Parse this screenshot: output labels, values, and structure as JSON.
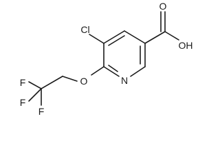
{
  "molecule": {
    "atoms": {
      "chlorine": "Cl",
      "hydroxyl": "OH",
      "carbonyl_oxygen": "O",
      "ring_nitrogen": "N",
      "ether_oxygen": "O",
      "fluorine_1": "F",
      "fluorine_2": "F",
      "fluorine_3": "F"
    }
  }
}
